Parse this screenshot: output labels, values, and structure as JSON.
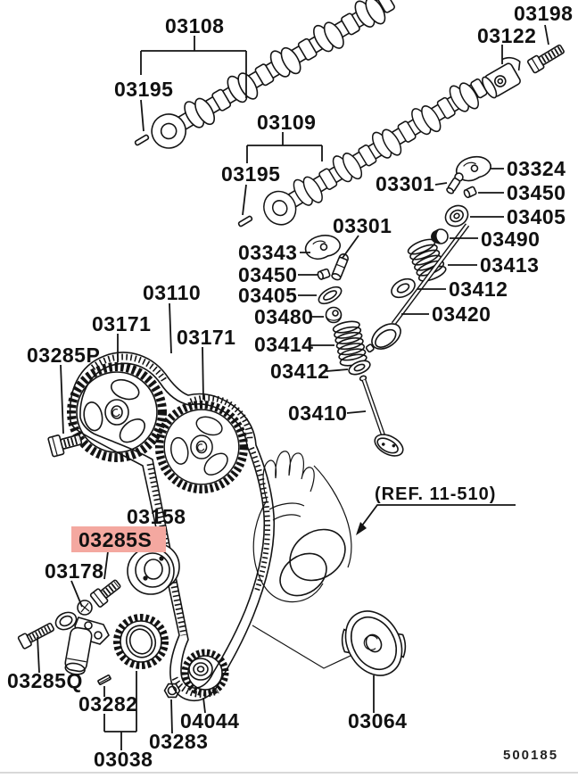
{
  "diagram": {
    "drawing_number": "500185",
    "ref_note": "(REF. 11-510)",
    "highlight": {
      "part_number": "03285S",
      "color": "#f4a8a0"
    },
    "callouts": {
      "c03108": "03108",
      "c03195a": "03195",
      "c03109": "03109",
      "c03195b": "03195",
      "c03198": "03198",
      "c03122": "03122",
      "c03301a": "03301",
      "c03324": "03324",
      "c03450a": "03450",
      "c03405a": "03405",
      "c03490": "03490",
      "c03413": "03413",
      "c03412a": "03412",
      "c03420": "03420",
      "c03343": "03343",
      "c03301b": "03301",
      "c03450b": "03450",
      "c03405b": "03405",
      "c03480": "03480",
      "c03414": "03414",
      "c03412b": "03412",
      "c03410": "03410",
      "c03110": "03110",
      "c03171a": "03171",
      "c03171b": "03171",
      "c03285P": "03285P",
      "c03158": "03158",
      "c03285S": "03285S",
      "c03178": "03178",
      "c03285Q": "03285Q",
      "c03282": "03282",
      "c03038": "03038",
      "c04044": "04044",
      "c03283": "03283",
      "c03064": "03064"
    }
  }
}
